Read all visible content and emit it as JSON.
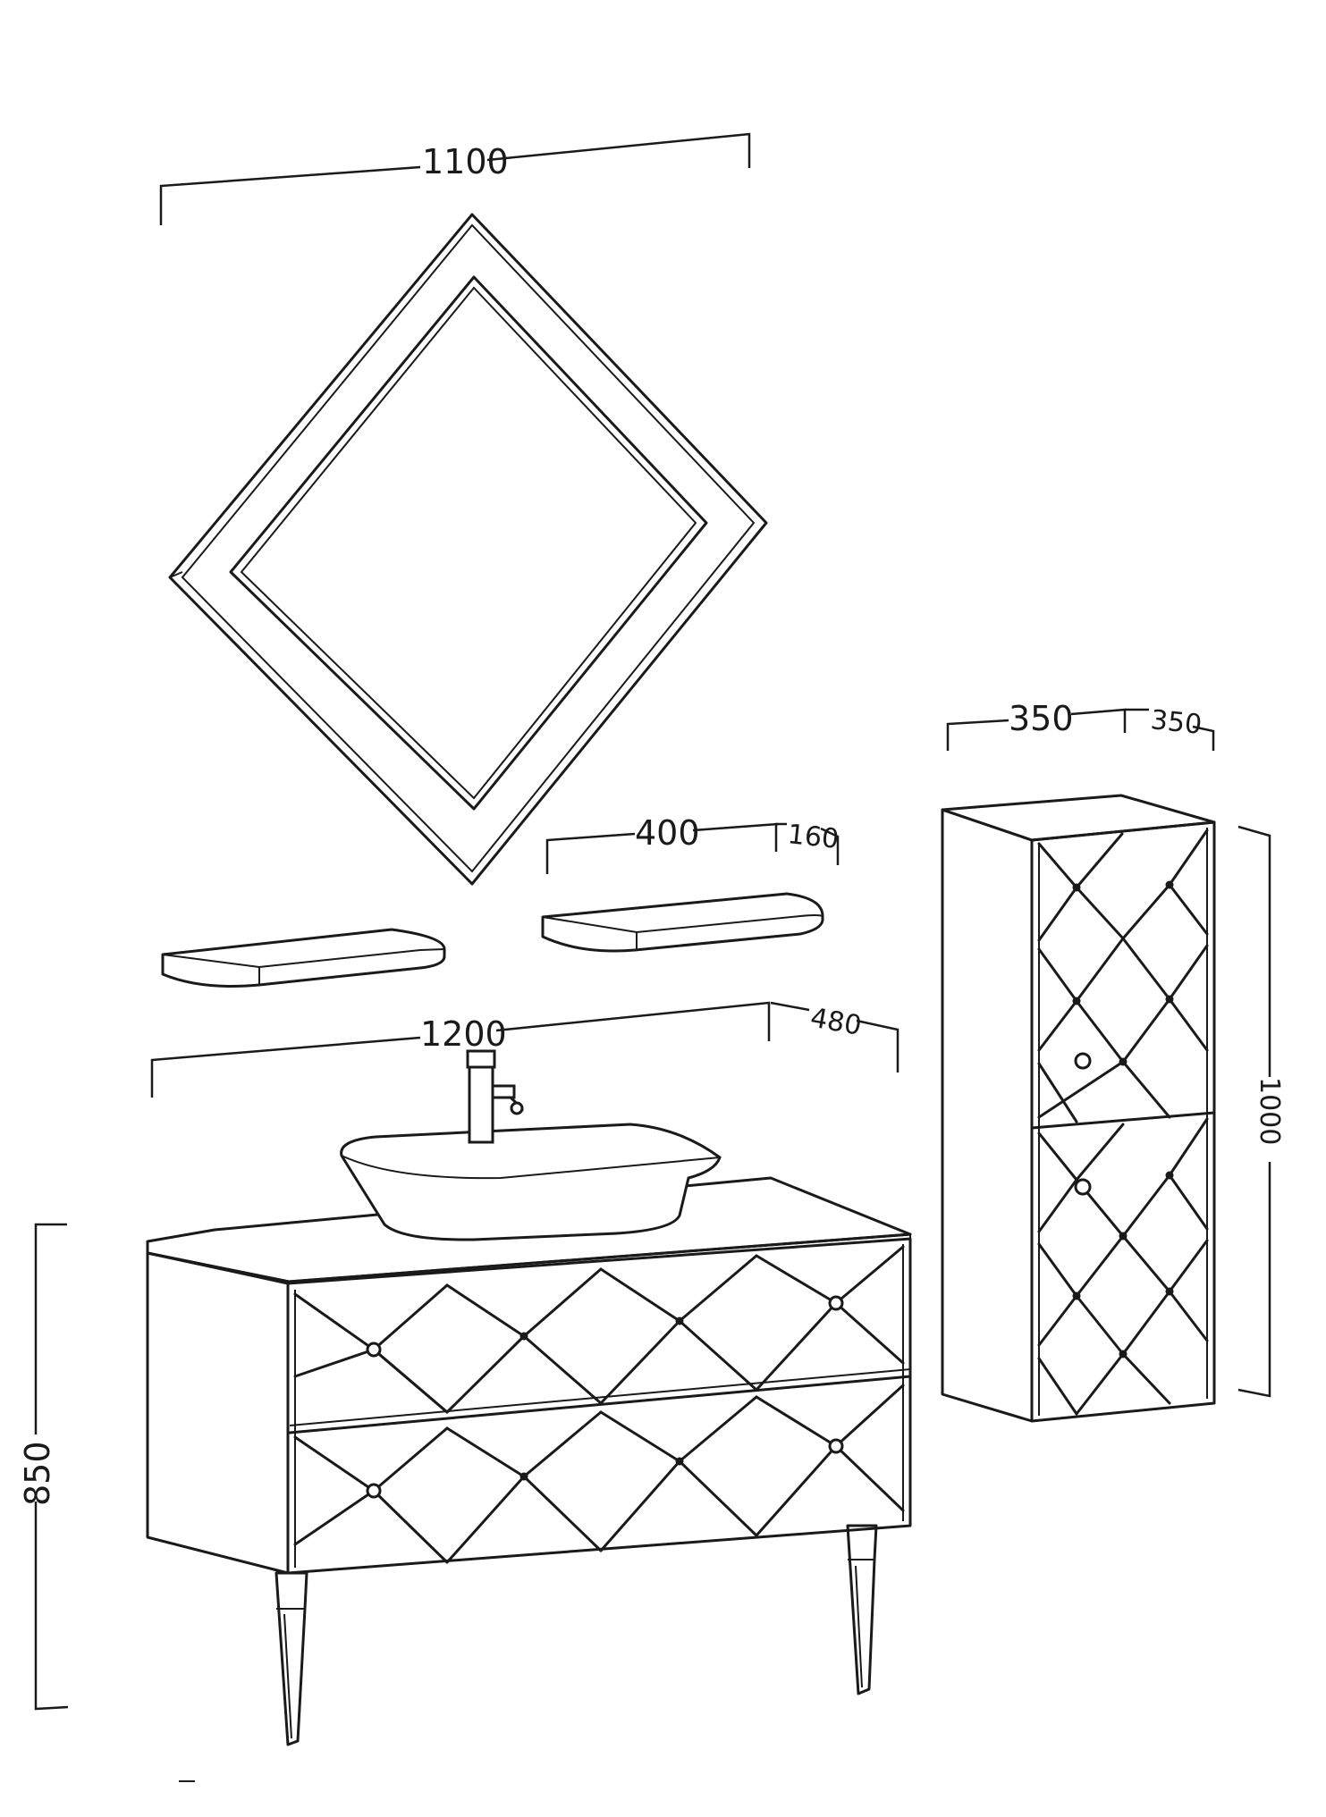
{
  "dimensions": {
    "mirror_width": "1100",
    "shelf_length": "400",
    "shelf_depth": "160",
    "cabinet_width": "1200",
    "cabinet_depth": "480",
    "cabinet_height": "850",
    "tall_unit_width": "350",
    "tall_unit_depth": "350",
    "tall_unit_height": "1000"
  },
  "colors": {
    "line": "#1a1a1a",
    "background": "#ffffff"
  }
}
